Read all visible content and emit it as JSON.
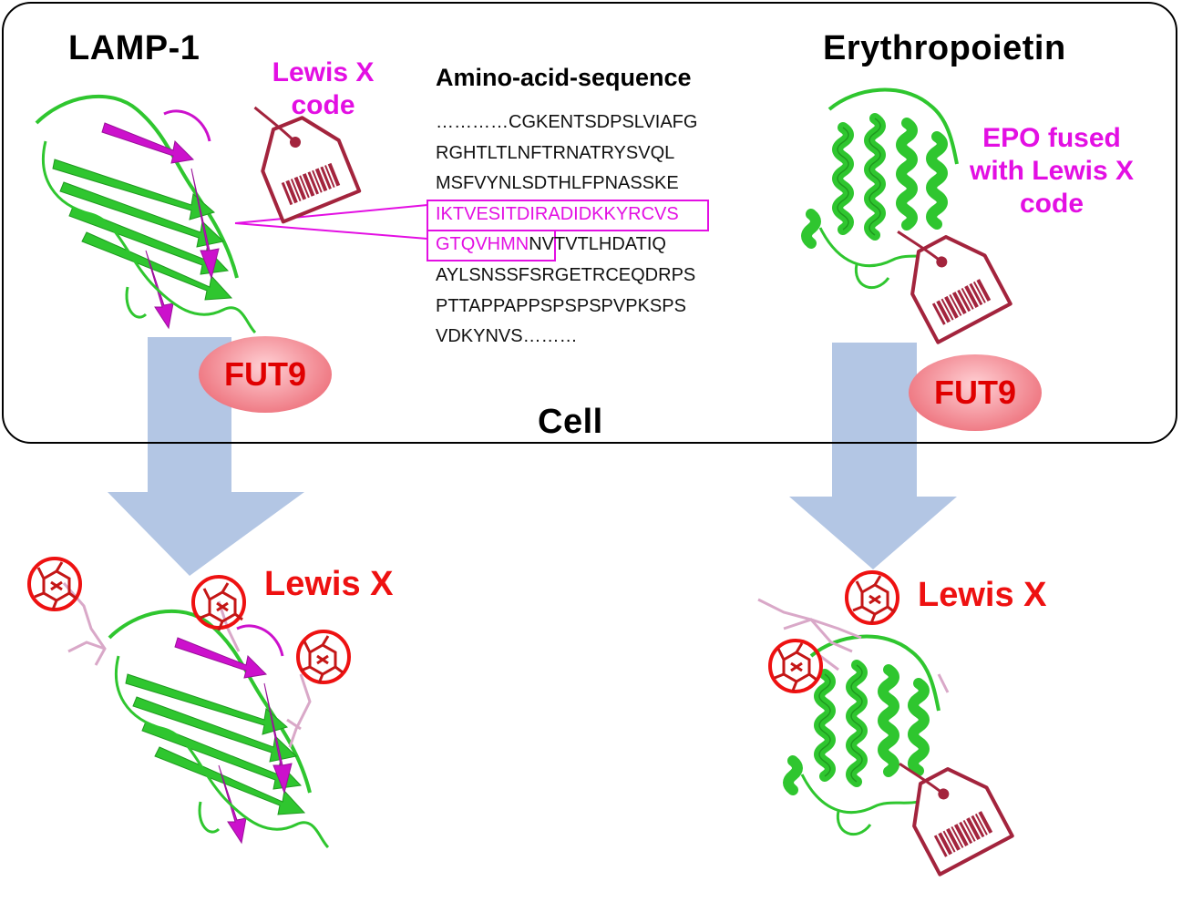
{
  "cell_label": "Cell",
  "lamp": {
    "title": "LAMP-1",
    "code_label_line1": "Lewis X",
    "code_label_line2": "code"
  },
  "sequence": {
    "title": "Amino-acid-sequence",
    "lines": [
      {
        "pre": "…………CGKENTSDPSLVIAFG",
        "hl": "",
        "post": ""
      },
      {
        "pre": "RGHTLTLNFTRNATRYSVQL",
        "hl": "",
        "post": ""
      },
      {
        "pre": "MSFVYNLSDTHLFPNASSKE",
        "hl": "",
        "post": ""
      },
      {
        "pre": "",
        "hl": "IKTVESITDIRADIDKKYRCVS",
        "post": ""
      },
      {
        "pre": "",
        "hl": "GTQVHMN",
        "post": "NVTVTLHDATIQ"
      },
      {
        "pre": "AYLSNSSFSRGETRCEQDRPS",
        "hl": "",
        "post": ""
      },
      {
        "pre": "PTTAPPAPPSPSPSPVPKSPS",
        "hl": "",
        "post": ""
      },
      {
        "pre": "VDKYNVS………",
        "hl": "",
        "post": ""
      }
    ]
  },
  "epo": {
    "title": "Erythropoietin",
    "fused_line1": "EPO fused",
    "fused_line2": "with Lewis X",
    "fused_line3": "code"
  },
  "enzyme_left": "FUT9",
  "enzyme_right": "FUT9",
  "product_left_label": "Lewis X",
  "product_right_label": "Lewis X",
  "colors": {
    "protein_green": "#2fc62f",
    "motif_magenta": "#cc11cc",
    "arrow_blue": "#b3c6e4",
    "tag_maroon": "#a3243d",
    "lewis_red": "#ee1111",
    "glycan_pink": "#d9a8c8"
  }
}
